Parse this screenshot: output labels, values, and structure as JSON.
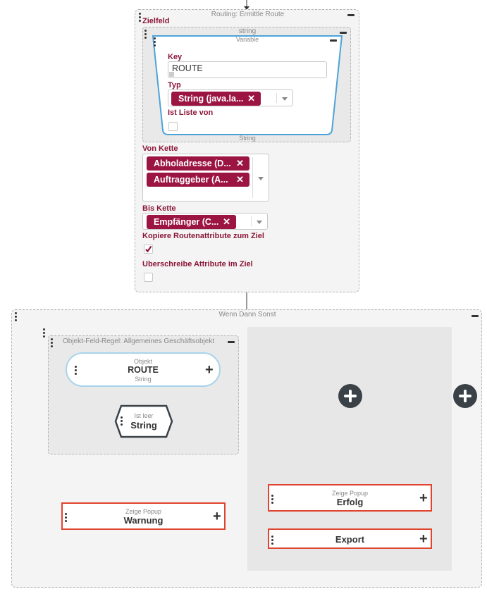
{
  "routing": {
    "title": "Routing: Ermittle Route",
    "zielfeld_label": "Zielfeld",
    "string_title": "string",
    "variable_title": "Variable",
    "key_label": "Key",
    "key_value": "ROUTE",
    "typ_label": "Typ",
    "typ_chip": "String (java.la...",
    "ist_liste_label": "Ist Liste von",
    "variable_footer": "String",
    "von_kette_label": "Von Kette",
    "von_kette_chips": [
      "Abholadresse (D...",
      "Auftraggeber (A..."
    ],
    "bis_kette_label": "Bis Kette",
    "bis_kette_chip": "Empfänger (C...",
    "kopiere_label": "Kopiere Routenattribute zum Ziel",
    "kopiere_checked": true,
    "ueberschreibe_label": "Uberschreibe Attribute im Ziel",
    "ueberschreibe_checked": false
  },
  "wenn": {
    "title": "Wenn Dann Sonst",
    "ofr_title": "Objekt-Feld-Regel: Allgemeines Geschäftsobjekt",
    "objekt_small": "Objekt",
    "objekt_name": "ROUTE",
    "objekt_type": "String",
    "condition_small": "Ist leer",
    "condition_type": "String",
    "warnung_small": "Zeige Popup",
    "warnung_label": "Warnung",
    "erfolg_small": "Zeige Popup",
    "erfolg_label": "Erfolg",
    "export_label": "Export"
  },
  "colors": {
    "accent": "#8b1538",
    "chip": "#9c1542",
    "node_border": "#e0432e",
    "variable_border": "#4da3d9",
    "circle_button": "#3a4147"
  },
  "icons": [
    "drag-handle-icon",
    "collapse-icon",
    "remove-chip-icon",
    "chevron-down-icon",
    "checkmark-icon",
    "plus-icon",
    "add-circle-icon"
  ]
}
